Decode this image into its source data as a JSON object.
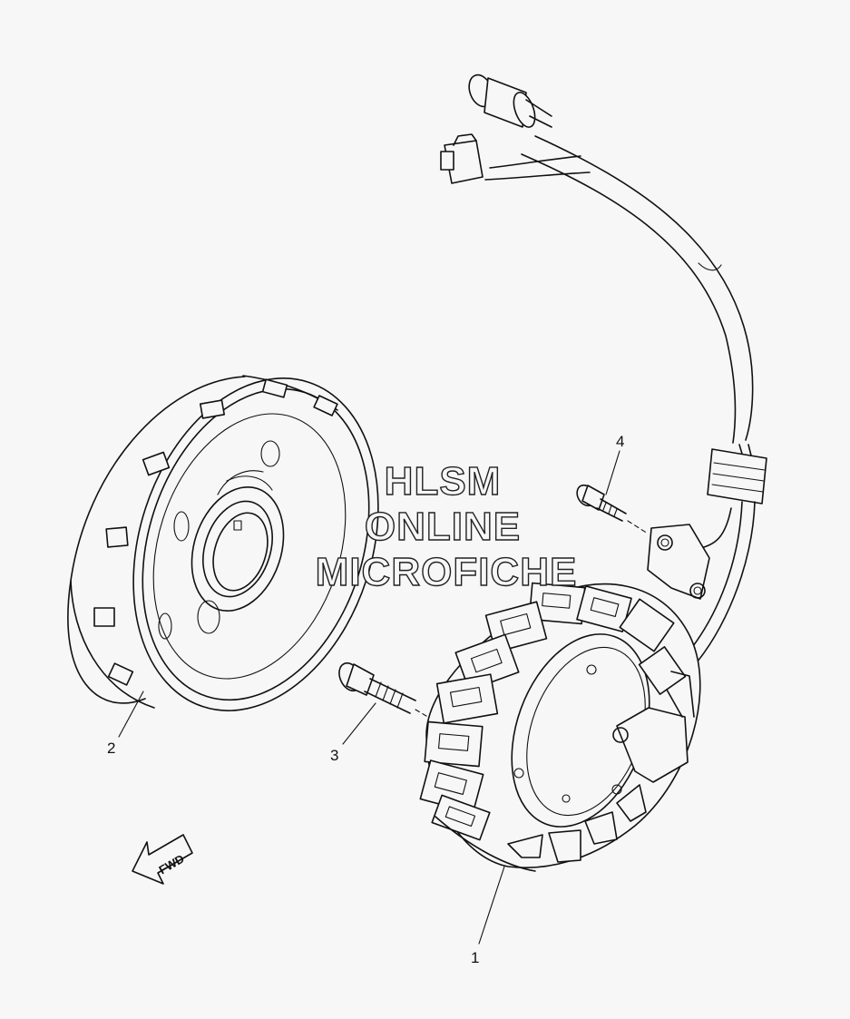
{
  "watermark": {
    "line1": "HLSM",
    "line2": "ONLINE",
    "line3": "MICROFICHE"
  },
  "callouts": [
    {
      "id": "1",
      "label": "1"
    },
    {
      "id": "2",
      "label": "2"
    },
    {
      "id": "3",
      "label": "3"
    },
    {
      "id": "4",
      "label": "4"
    }
  ],
  "direction_arrow": {
    "label": "FWD"
  }
}
